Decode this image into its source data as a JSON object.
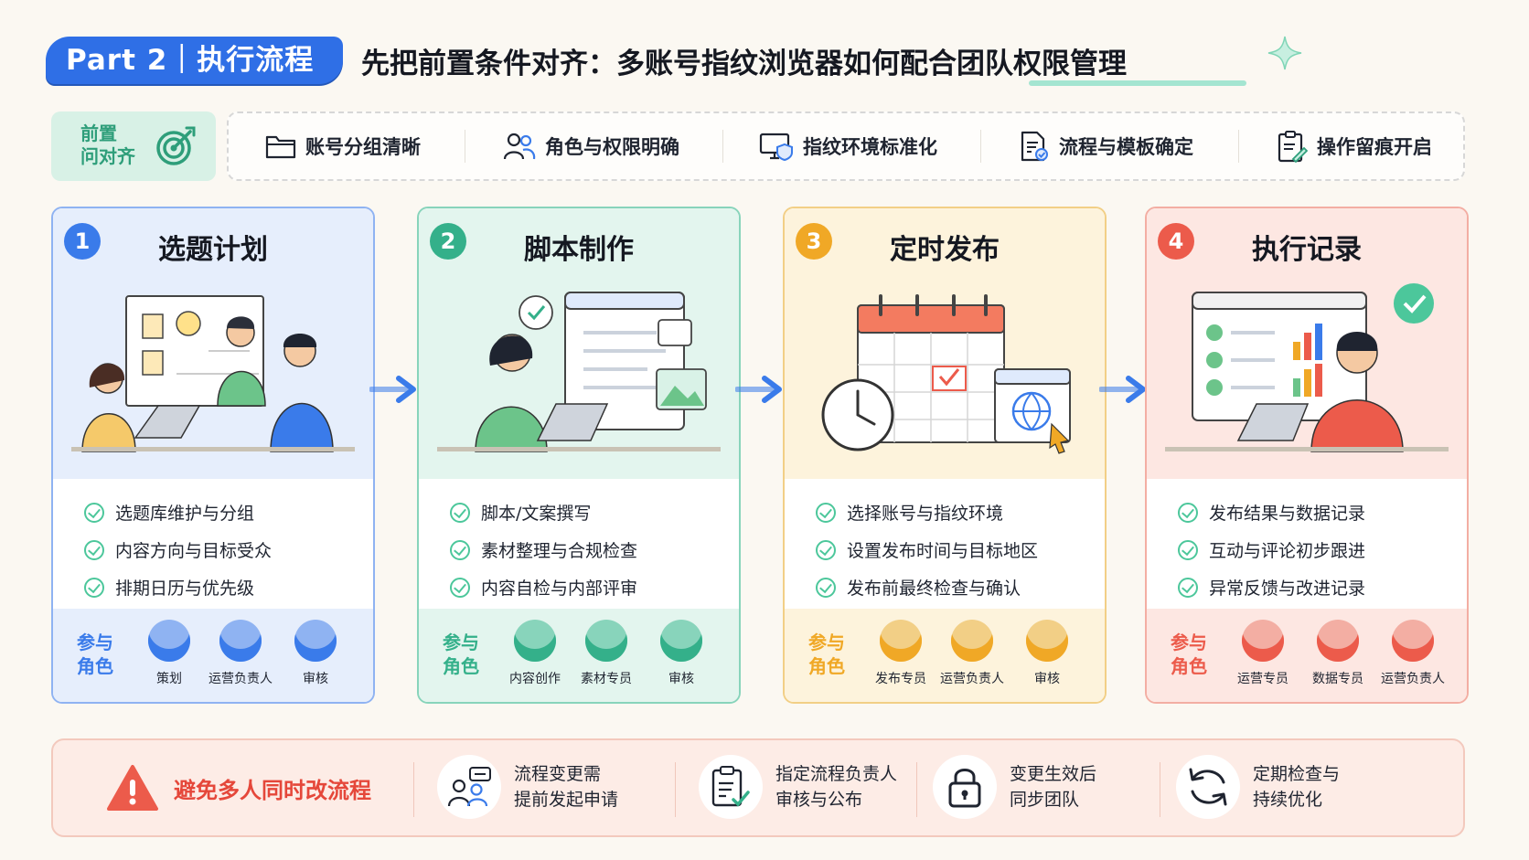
{
  "header": {
    "badge": "Part 2｜执行流程",
    "title": "先把前置条件对齐：多账号指纹浏览器如何配合团队权限管理"
  },
  "prereq": {
    "label": "前置\n问对齐",
    "items": [
      {
        "label": "账号分组清晰",
        "icon": "folder-icon"
      },
      {
        "label": "角色与权限明确",
        "icon": "users-icon"
      },
      {
        "label": "指纹环境标准化",
        "icon": "monitor-shield-icon"
      },
      {
        "label": "流程与模板确定",
        "icon": "document-check-icon"
      },
      {
        "label": "操作留痕开启",
        "icon": "clipboard-icon"
      }
    ]
  },
  "roles_label": "参与\n角色",
  "steps": [
    {
      "num": "1",
      "title": "选题计划",
      "color": "#3a7bea",
      "light": "#e6eefc",
      "border": "#8fb3f2",
      "items": [
        "选题库维护与分组",
        "内容方向与目标受众",
        "排期日历与优先级"
      ],
      "roles": [
        "策划",
        "运营负责人",
        "审核"
      ]
    },
    {
      "num": "2",
      "title": "脚本制作",
      "color": "#34b08a",
      "light": "#e3f5ee",
      "border": "#88d4bb",
      "items": [
        "脚本/文案撰写",
        "素材整理与合规检查",
        "内容自检与内部评审"
      ],
      "roles": [
        "内容创作",
        "素材专员",
        "审核"
      ]
    },
    {
      "num": "3",
      "title": "定时发布",
      "color": "#f0a826",
      "light": "#fdf3dc",
      "border": "#f2cf86",
      "items": [
        "选择账号与指纹环境",
        "设置发布时间与目标地区",
        "发布前最终检查与确认"
      ],
      "roles": [
        "发布专员",
        "运营负责人",
        "审核"
      ]
    },
    {
      "num": "4",
      "title": "执行记录",
      "color": "#ec5b4b",
      "light": "#fde7e2",
      "border": "#f3aea3",
      "items": [
        "发布结果与数据记录",
        "互动与评论初步跟进",
        "异常反馈与改进记录"
      ],
      "roles": [
        "运营专员",
        "数据专员",
        "运营负责人"
      ]
    }
  ],
  "bottom": {
    "warning": "避免多人同时改流程",
    "items": [
      {
        "text": "流程变更需\n提前发起申请",
        "icon": "people-chat-icon"
      },
      {
        "text": "指定流程负责人\n审核与公布",
        "icon": "clipboard-check-icon"
      },
      {
        "text": "变更生效后\n同步团队",
        "icon": "lock-icon"
      },
      {
        "text": "定期检查与\n持续优化",
        "icon": "refresh-icon"
      }
    ]
  }
}
